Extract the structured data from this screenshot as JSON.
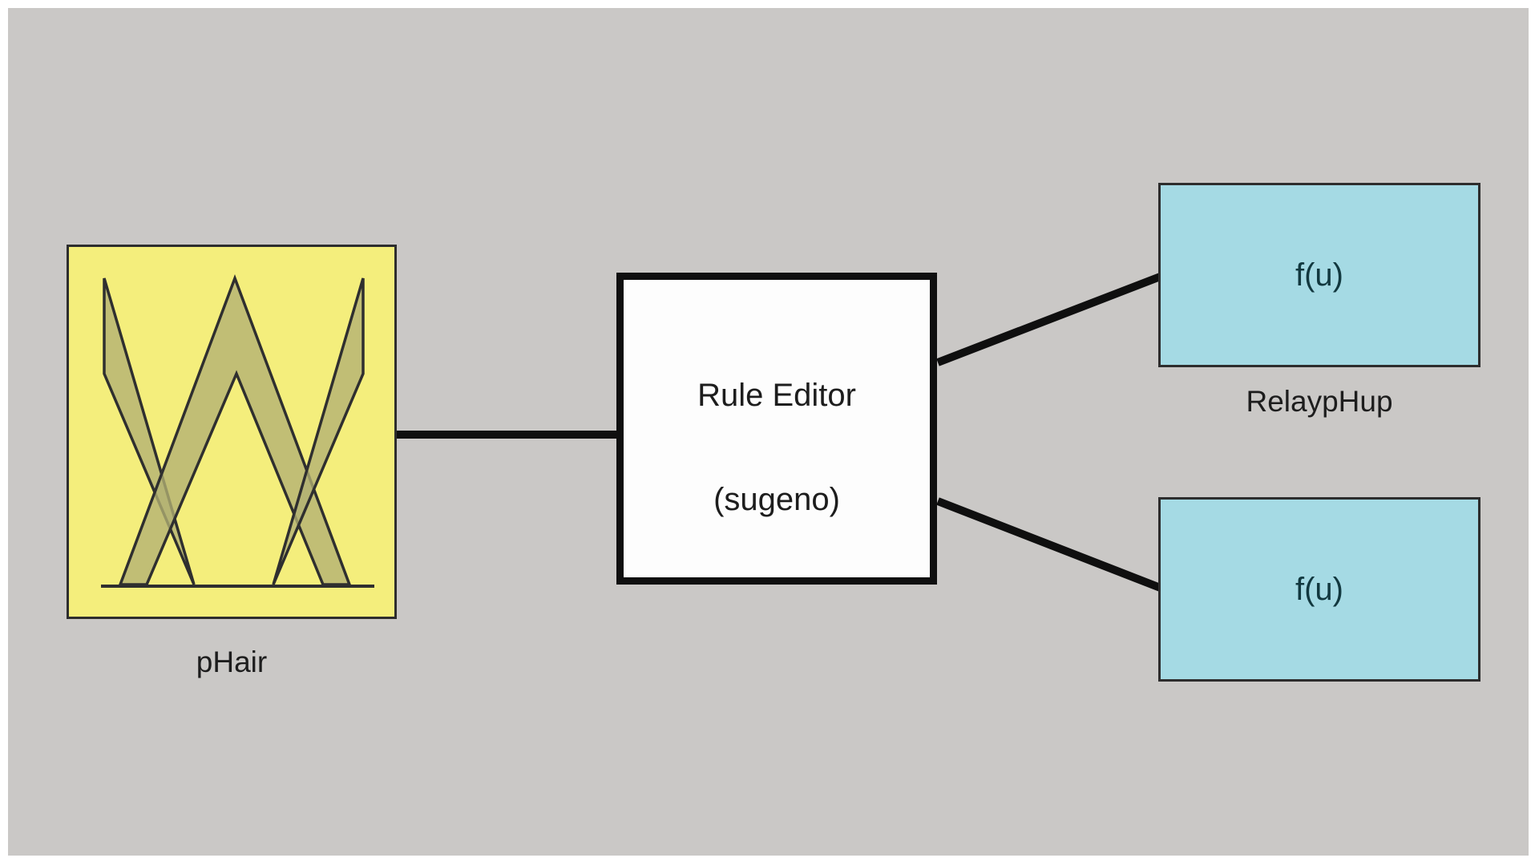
{
  "diagram": {
    "input": {
      "label": "pHair",
      "icon": "membership-functions-icon",
      "fill_color": "#f4ee7c",
      "mf_color": "#b2b173"
    },
    "rule": {
      "title": "Rule Editor",
      "subtitle": "(sugeno)",
      "fill_color": "#fdfdfd"
    },
    "outputs": [
      {
        "text": "f(u)",
        "label": "RelaypHup",
        "fill_color": "#a5dae4"
      },
      {
        "text": "f(u)",
        "label": "",
        "fill_color": "#a5dae4"
      }
    ],
    "colors": {
      "canvas_background": "#cac8c6",
      "page_border": "#ffffff",
      "connector": "#0f0f0f",
      "block_border": "#2d2d2d",
      "text": "#1d1d1d",
      "fu_text": "#12383f"
    }
  }
}
